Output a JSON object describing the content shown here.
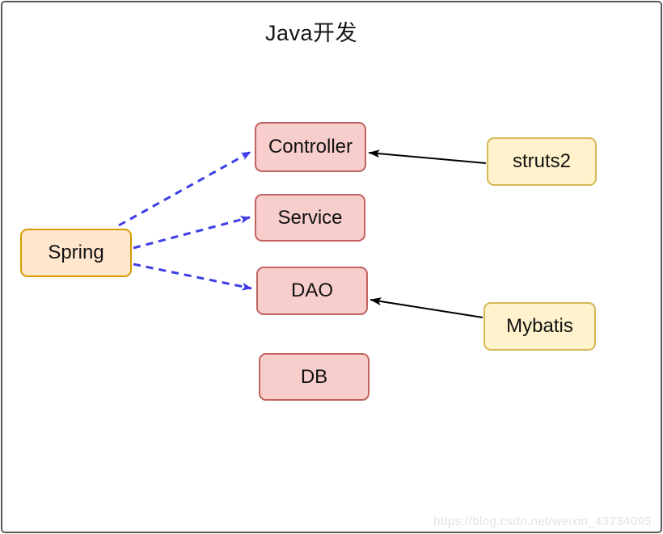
{
  "title": "Java开发",
  "watermark": "https://blog.csdn.net/weixin_43734095",
  "colors": {
    "node_red_fill": "#F8CECC",
    "node_red_stroke": "#C0625E",
    "node_orange_fill": "#FFE6CC",
    "node_orange_stroke": "#D79B00",
    "node_yellow_fill": "#FFF2CC",
    "node_yellow_stroke": "#D6B656",
    "edge_dashed": "#3D3DE8",
    "edge_solid": "#000000",
    "frame_border": "#595959",
    "text": "#111111"
  },
  "diagram": {
    "nodes": [
      {
        "id": "spring",
        "label": "Spring",
        "palette": "orange"
      },
      {
        "id": "controller",
        "label": "Controller",
        "palette": "red"
      },
      {
        "id": "service",
        "label": "Service",
        "palette": "red"
      },
      {
        "id": "dao",
        "label": "DAO",
        "palette": "red"
      },
      {
        "id": "db",
        "label": "DB",
        "palette": "red"
      },
      {
        "id": "struts2",
        "label": "struts2",
        "palette": "yellow"
      },
      {
        "id": "mybatis",
        "label": "Mybatis",
        "palette": "yellow"
      }
    ],
    "edges": [
      {
        "from": "spring",
        "to": "controller",
        "style": "dashed-blue"
      },
      {
        "from": "spring",
        "to": "service",
        "style": "dashed-blue"
      },
      {
        "from": "spring",
        "to": "dao",
        "style": "dashed-blue"
      },
      {
        "from": "struts2",
        "to": "controller",
        "style": "solid-black"
      },
      {
        "from": "mybatis",
        "to": "dao",
        "style": "solid-black"
      }
    ]
  }
}
